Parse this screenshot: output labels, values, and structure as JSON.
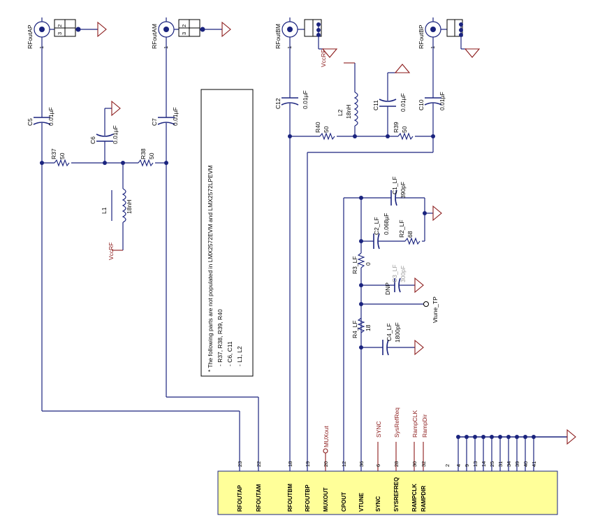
{
  "connectors": {
    "rfoutap": "RFoutAP",
    "rfoutam": "RFoutAM",
    "rfoutbm": "RFoutBM",
    "rfoutbp": "RFoutBP",
    "pin_1": "1",
    "pin_2": "2",
    "pin_3": "3"
  },
  "components": {
    "c5": {
      "ref": "C5",
      "value": "0.01µF"
    },
    "c6": {
      "ref": "C6",
      "value": "0.01µF"
    },
    "c7": {
      "ref": "C7",
      "value": "0.01µF"
    },
    "c10": {
      "ref": "C10",
      "value": "0.01µF"
    },
    "c11": {
      "ref": "C11",
      "value": "0.01µF"
    },
    "c12": {
      "ref": "C12",
      "value": "0.01µF"
    },
    "r37": {
      "ref": "R37",
      "value": "50"
    },
    "r38": {
      "ref": "R38",
      "value": "50"
    },
    "r39": {
      "ref": "R39",
      "value": "50"
    },
    "r40": {
      "ref": "R40",
      "value": "50"
    },
    "l1": {
      "ref": "L1",
      "value": "18nH"
    },
    "l2": {
      "ref": "L2",
      "value": "18nH"
    },
    "c1_lf": {
      "ref": "C1_LF",
      "value": "390pF"
    },
    "c2_lf": {
      "ref": "C2_LF",
      "value": "0.068µF"
    },
    "r2_lf": {
      "ref": "R2_LF",
      "value": "68"
    },
    "r3_lf": {
      "ref": "R3_LF",
      "value": "0"
    },
    "c3_lf": {
      "ref": "C3_LF",
      "value": "300pF"
    },
    "r4_lf": {
      "ref": "R4_LF",
      "value": "18"
    },
    "c4_lf": {
      "ref": "C4_LF",
      "value": "1800pF"
    }
  },
  "labels": {
    "vccrf": "VccRF",
    "dnp": "DNP",
    "vtune_tp": "Vtune_TP",
    "muxout_net": "MUXout",
    "sync_net": "SYNC",
    "sysrefreq_net": "SysRefReq",
    "rampclk_net": "RampCLK",
    "rampdir_net": "RampDir"
  },
  "note": {
    "line1": "* The following parts are not populated in LMX2572EVM and LMX2572LPEVM",
    "line2": "- R37, R38, R39, R40",
    "line3": "- C6, C11",
    "line4": "- L1, L2"
  },
  "chip_pins": [
    {
      "num": "23",
      "name": "RFOUTAP"
    },
    {
      "num": "22",
      "name": "RFOUTAM"
    },
    {
      "num": "18",
      "name": "RFOUTBM"
    },
    {
      "num": "19",
      "name": "RFOUTBP"
    },
    {
      "num": "20",
      "name": "MUXOUT"
    },
    {
      "num": "12",
      "name": "CPOUT"
    },
    {
      "num": "36",
      "name": "VTUNE"
    },
    {
      "num": "6",
      "name": "SYNC"
    },
    {
      "num": "28",
      "name": "SYSREFREQ"
    },
    {
      "num": "30",
      "name": "RAMPCLK"
    },
    {
      "num": "32",
      "name": "RAMPDIR"
    }
  ],
  "gnd_pins": [
    {
      "num": "2",
      "name": "GND"
    },
    {
      "num": "4",
      "name": "GND"
    },
    {
      "num": "9",
      "name": "GND"
    },
    {
      "num": "13",
      "name": "GND"
    },
    {
      "num": "14",
      "name": "GND"
    },
    {
      "num": "25",
      "name": "GND"
    },
    {
      "num": "31",
      "name": "GND"
    },
    {
      "num": "34",
      "name": "GND"
    },
    {
      "num": "39",
      "name": "GND"
    },
    {
      "num": "40",
      "name": "GND"
    },
    {
      "num": "41",
      "name": "GND"
    }
  ]
}
